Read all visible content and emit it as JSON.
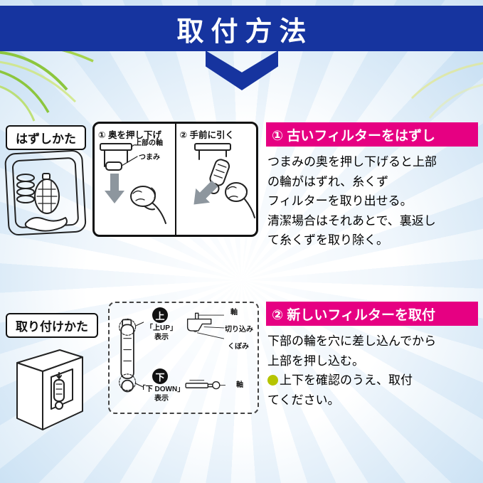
{
  "colors": {
    "header_bg": "#16349f",
    "banner_bg": "#e60082",
    "bullet": "#b5c400"
  },
  "header": {
    "title": "取付方法"
  },
  "remove_section": {
    "label": "はずしかた",
    "steps": {
      "step1": "① 奥を押し下げ",
      "step2": "② 手前に引く",
      "axis_label": "上部の軸",
      "knob_label": "つまみ"
    },
    "banner": "① 古いフィルターをはずし",
    "body": "つまみの奥を押し下げると上部\nの輪がはずれ、糸くず\nフィルターを取り出せる。\n清潔場合はそれあとで、裏返し\nて糸くずを取り除く。"
  },
  "attach_section": {
    "label": "取り付けかた",
    "panel": {
      "up_badge": "上",
      "up_caption": "「上UP」\n表示",
      "up_labels": [
        "軸",
        "切り込み",
        "くぼみ"
      ],
      "down_badge": "下",
      "down_caption": "「下 DOWN」\n表示",
      "down_label": "軸"
    },
    "banner": "② 新しいフィルターを取付",
    "body": "下部の輪を穴に差し込んでから\n上部を押し込む。",
    "note": "上下を確認のうえ、取付\nてください。"
  }
}
